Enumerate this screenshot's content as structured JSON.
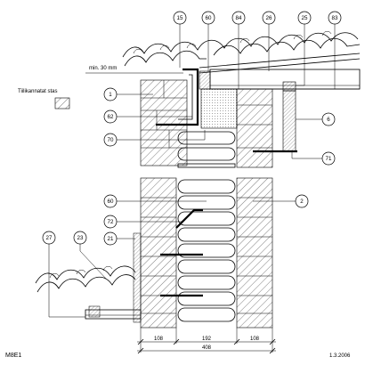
{
  "legend": {
    "label": "Tiilikannatat stas"
  },
  "annotation": {
    "min_height": "min. 30 mm"
  },
  "drawing_id": "M8E1",
  "date": "1.3.2006",
  "callouts_top": [
    "15",
    "60",
    "84",
    "26",
    "25",
    "83"
  ],
  "callouts_left": [
    "1",
    "62",
    "70"
  ],
  "callouts_right": [
    "6",
    "71"
  ],
  "callouts_lower": [
    "60",
    "2",
    "72",
    "21",
    "27",
    "23"
  ],
  "dimensions": {
    "left": "108",
    "middle": "192",
    "right": "108",
    "total": "408"
  }
}
